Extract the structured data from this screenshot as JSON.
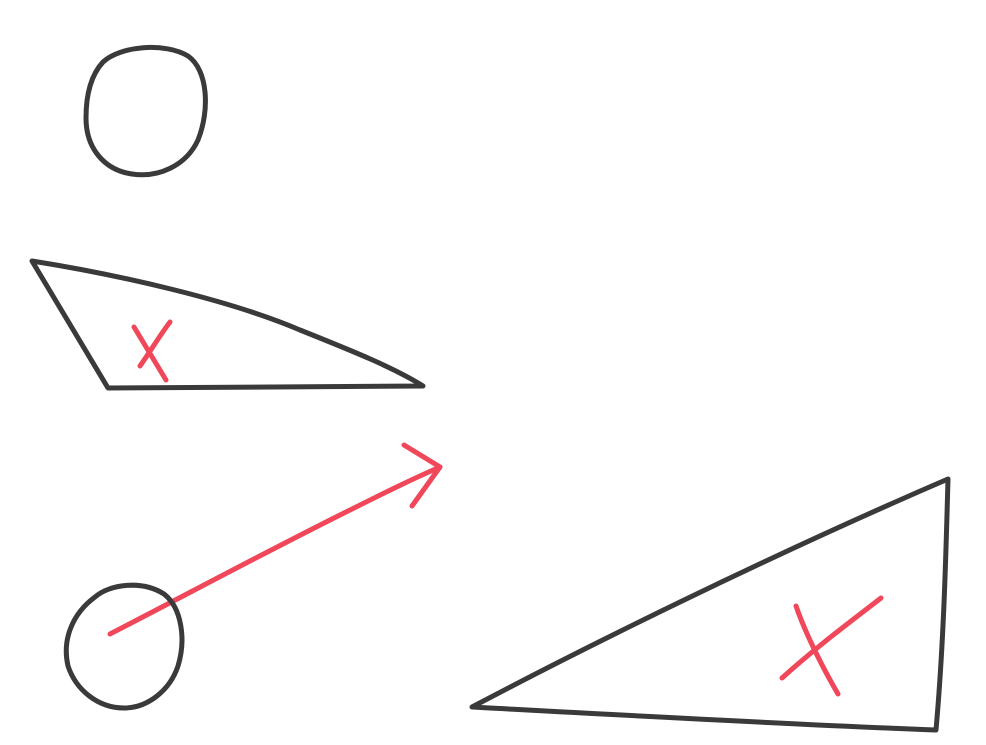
{
  "colors": {
    "outline": "#3a3a3a",
    "mark": "#f0475a",
    "background": "#ffffff"
  },
  "shapes": [
    {
      "kind": "circle",
      "role": "original",
      "marked": false
    },
    {
      "kind": "triangle",
      "role": "original",
      "mark": "X"
    },
    {
      "kind": "circle",
      "role": "transformed",
      "marked": false
    },
    {
      "kind": "triangle",
      "role": "transformed",
      "mark": "X"
    }
  ],
  "connector": {
    "kind": "arrow",
    "from": "lower circle",
    "direction": "up-right"
  }
}
